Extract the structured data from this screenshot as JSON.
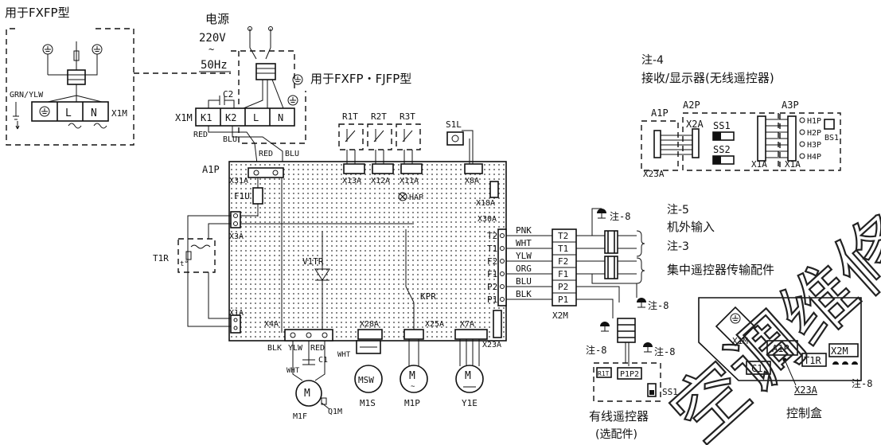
{
  "labels": {
    "fxfp_model": "用于FXFP型",
    "fxfp_fjfp_model": "用于FXFP・FJFP型",
    "power_title": "电源",
    "power_voltage": "220V",
    "power_tilde": "~",
    "power_freq": "50Hz",
    "grn_ylw": "GRN/YLW",
    "x1m": "X1M",
    "x1m_left": "X1M",
    "k1": "K1",
    "k2": "K2",
    "l": "L",
    "n": "N",
    "c2": "C2",
    "red": "RED",
    "blu": "BLU",
    "a1p": "A1P",
    "x31a": "X31A",
    "f1u": "F1U",
    "x3a": "X3A",
    "t1r": "T1R",
    "x1a": "X1A",
    "x4a": "X4A",
    "v1tr": "V1TR",
    "kpr": "KPR",
    "blk": "BLK",
    "ylw": "YLW",
    "wht": "WHT",
    "c1": "C1",
    "m1f": "M1F",
    "q1m": "Q1M",
    "x28a": "X28A",
    "msw": "MSW",
    "m1s": "M1S",
    "x25a": "X25A",
    "m1p": "M1P",
    "x7a": "X7A",
    "y1e": "Y1E",
    "x23a": "X23A",
    "r1t": "R1T",
    "r2t": "R2T",
    "r3t": "R3T",
    "x13a": "X13A",
    "x12a": "X12A",
    "x11a": "X11A",
    "hap": "HAP",
    "s1l": "S1L",
    "x8a": "X8A",
    "x18a": "X18A",
    "x30a": "X30A",
    "t2": "T2",
    "t1": "T1",
    "f2": "F2",
    "f1": "F1",
    "p2": "P2",
    "p1": "P1",
    "pnk": "PNK",
    "org": "ORG",
    "x2m": "X2M",
    "note8": "注-8",
    "note4": "注-4",
    "note4_text": "接收/显示器(无线遥控器)",
    "a2p": "A2P",
    "a3p": "A3P",
    "x2a": "X2A",
    "ss1": "SS1",
    "ss2": "SS2",
    "h1p": "H1P",
    "h2p": "H2P",
    "h3p": "H3P",
    "h4p": "H4P",
    "bs1": "BS1",
    "note5": "注-5",
    "note5_text": "机外输入",
    "note3": "注-3",
    "note3_text": "集中遥控器传输配件",
    "r1t_remote": "R1T",
    "p1p2": "P1P2",
    "ss1_remote": "SS1",
    "wired_remote": "有线遥控器",
    "wired_remote_sub": "(选配件)",
    "control_box": "控制盒",
    "watermark": "空调维修之家"
  }
}
